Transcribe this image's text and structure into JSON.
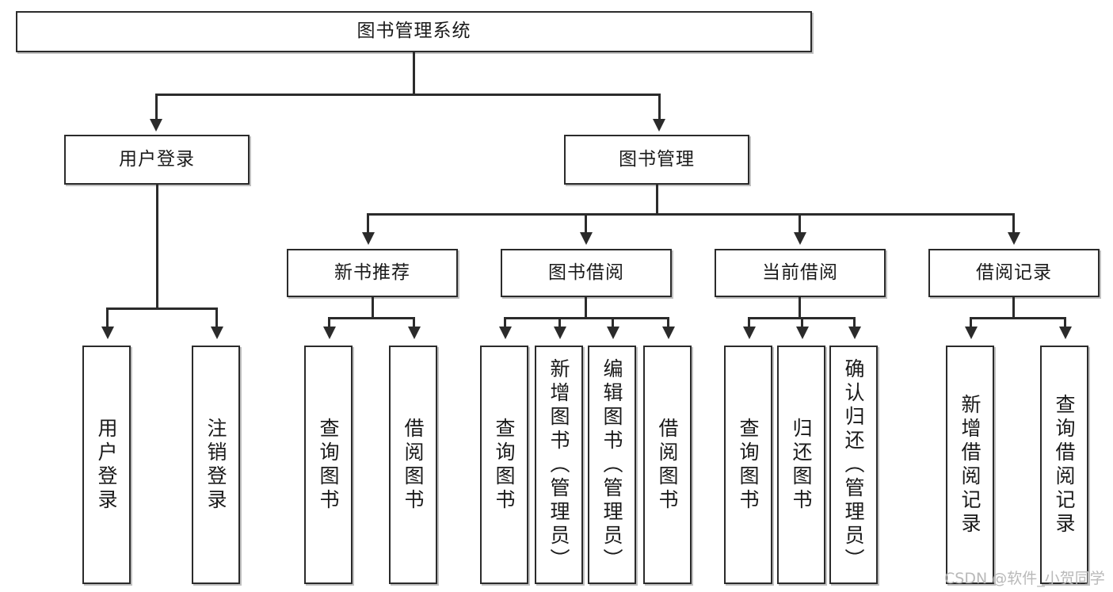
{
  "diagram": {
    "type": "tree-hierarchy",
    "title": "图书管理系统",
    "root": {
      "label": "图书管理系统"
    },
    "level2": [
      {
        "label": "用户登录"
      },
      {
        "label": "图书管理"
      }
    ],
    "level3": [
      {
        "label": "新书推荐"
      },
      {
        "label": "图书借阅"
      },
      {
        "label": "当前借阅"
      },
      {
        "label": "借阅记录"
      }
    ],
    "leaves": {
      "user_login": [
        {
          "label": "用户登录"
        },
        {
          "label": "注销登录"
        }
      ],
      "new_book_recommend": [
        {
          "label": "查询图书"
        },
        {
          "label": "借阅图书"
        }
      ],
      "book_borrow": [
        {
          "label": "查询图书"
        },
        {
          "label": "新增图书（管理员）"
        },
        {
          "label": "编辑图书（管理员）"
        },
        {
          "label": "借阅图书"
        }
      ],
      "current_borrow": [
        {
          "label": "查询图书"
        },
        {
          "label": "归还图书"
        },
        {
          "label": "确认归还（管理员）"
        }
      ],
      "borrow_record": [
        {
          "label": "新增借阅记录"
        },
        {
          "label": "查询借阅记录"
        }
      ]
    }
  },
  "watermark": {
    "text": "CSDN @软件_小贺同学"
  },
  "colors": {
    "stroke": "#2b2b2b",
    "background": "#ffffff",
    "text": "#1a1a1a",
    "watermark": "#b9b9b9"
  }
}
